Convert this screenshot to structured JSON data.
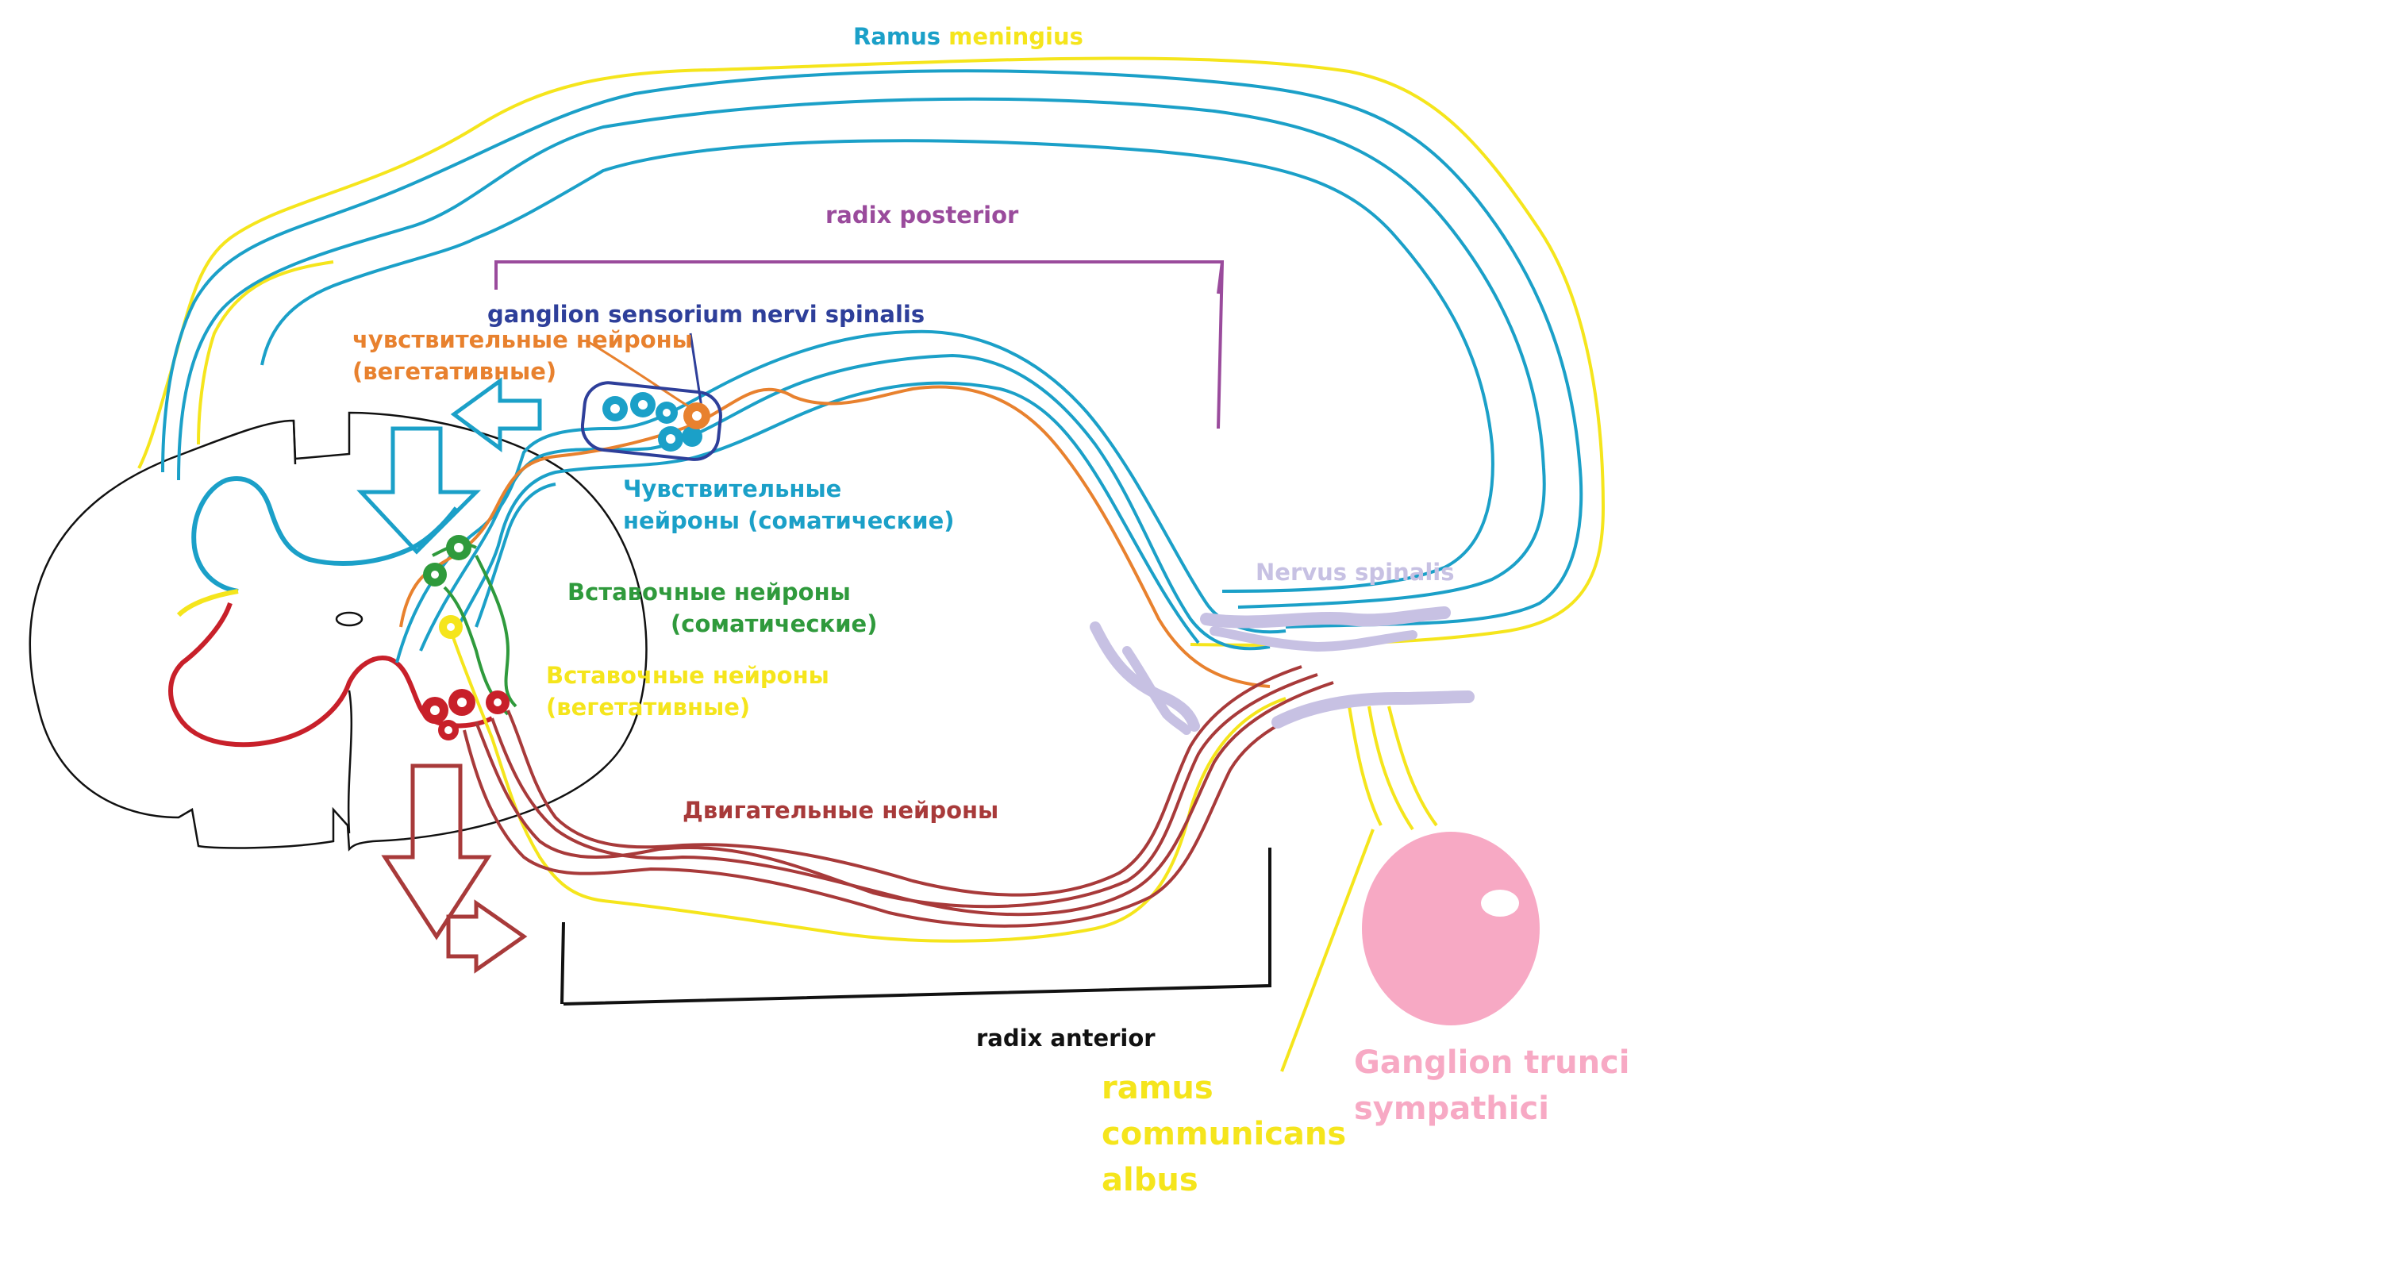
{
  "labels": {
    "ramus_meningius": {
      "part1": "Ramus",
      "part2": "meningius"
    },
    "radix_posterior": "radix posterior",
    "ganglion_sensorium": "ganglion sensorium nervi spinalis",
    "sensory_vegetative": {
      "line1": "чувствительные нейроны",
      "line2": "(вегетативные)"
    },
    "sensory_somatic": {
      "line1": "Чувствительные",
      "line2": "нейроны (соматические)"
    },
    "interneurons_somatic": {
      "line1": "Вставочные нейроны",
      "line2": "(соматические)"
    },
    "interneurons_vegetative": {
      "line1": "Вставочные нейроны",
      "line2": "(вегетативные)"
    },
    "motor_neurons": "Двигательные нейроны",
    "nervus_spinalis": "Nervus spinalis",
    "radix_anterior": "radix anterior",
    "ramus_communicans": {
      "line1": "ramus",
      "line2": "communicans",
      "line3": "albus"
    },
    "ganglion_trunci": {
      "line1": "Ganglion trunci",
      "line2": "sympathici"
    }
  },
  "colors": {
    "blue": "#1ba0c8",
    "yellow": "#f5e51c",
    "purple": "#9a4b9c",
    "navy": "#2e3f9a",
    "orange": "#e8812e",
    "green": "#2f9a3c",
    "maroon": "#a83a3a",
    "red": "#c8202a",
    "lilac": "#c7c1e3",
    "pink": "#f7a9c4",
    "black": "#111111"
  }
}
